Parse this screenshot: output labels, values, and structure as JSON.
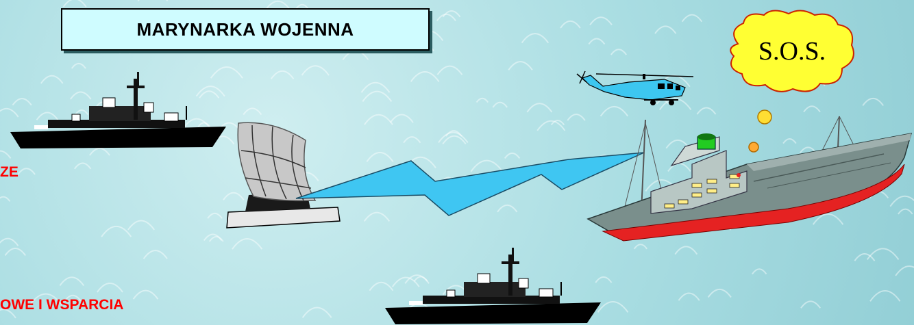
{
  "slide": {
    "title": "MARYNARKA WOJENNA",
    "label_left": "ZE",
    "label_bottom": "OWE I WSPARCIA",
    "sos": "S.O.S."
  },
  "icons": [
    "warship-icon",
    "radar-dish-icon",
    "lightning-bolt-icon",
    "helicopter-icon",
    "cargo-ship-icon",
    "thought-cloud-icon"
  ],
  "colors": {
    "background": "#a9dde2",
    "title_box": "#cffcff",
    "label_red": "#ff0000",
    "bolt": "#3fc6f2",
    "helicopter": "#3dc7f0",
    "cloud": "#ffff33",
    "hull": "#7a8f8c",
    "hull_stripe": "#e52222",
    "funnel": "#22cc22"
  }
}
